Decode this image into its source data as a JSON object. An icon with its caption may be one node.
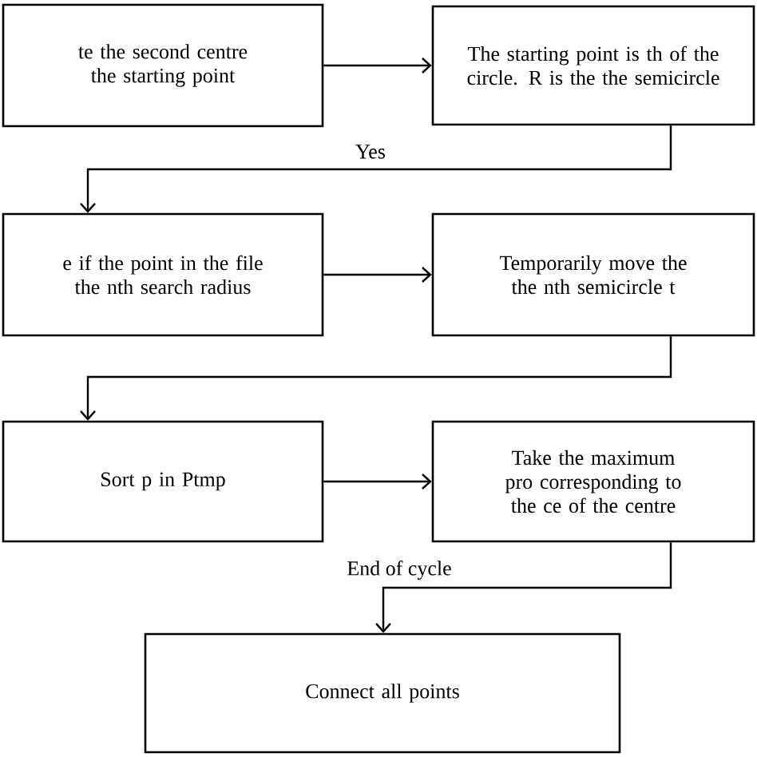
{
  "diagram": {
    "nodes": [
      {
        "text": [
          "te the second centre the starting point"
        ]
      },
      {
        "text": [
          "The starting point is th of the circle. R is the the semicircle"
        ]
      },
      {
        "text": [
          "e if the point in the file the nth search radius"
        ]
      },
      {
        "text": [
          "Temporarily move the the nth semicircle t"
        ]
      },
      {
        "text": [
          "Sort p in Ptmp"
        ]
      },
      {
        "text": [
          "Take the maximum pro corresponding to the ce of the centre"
        ]
      },
      {
        "text": [
          "Connect all points"
        ]
      }
    ],
    "edges": [
      {
        "from": 0,
        "to": 1,
        "arrow": "to"
      },
      {
        "from": 1,
        "to": 2,
        "arrow": "to",
        "label": "Yes"
      },
      {
        "from": 2,
        "to": 3,
        "arrow": "to"
      },
      {
        "from": 3,
        "to": 4,
        "arrow": "to"
      },
      {
        "from": 4,
        "to": 5,
        "arrow": "to"
      },
      {
        "from": 5,
        "to": 6,
        "arrow": "to",
        "label": "End of cycle"
      }
    ]
  }
}
